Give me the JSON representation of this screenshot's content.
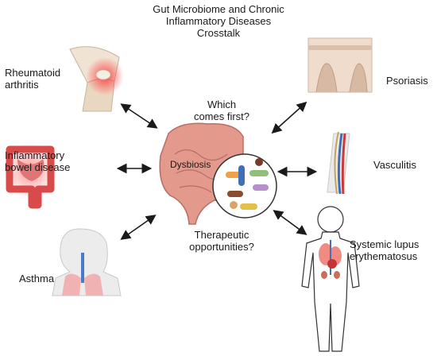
{
  "title": [
    "Gut Microbiome and Chronic",
    "Inflammatory Diseases",
    "Crosstalk"
  ],
  "center": {
    "question_top": [
      "Which",
      "comes first?"
    ],
    "question_bottom": [
      "Therapeutic",
      "opportunities?"
    ],
    "dysbiosis": "Dysbiosis"
  },
  "diseases": {
    "rheumatoid": [
      "Rheumatoid",
      "arthritis"
    ],
    "ibd": [
      "Inflammatory",
      "bowel disease"
    ],
    "asthma": "Asthma",
    "psoriasis": "Psoriasis",
    "vasculitis": "Vasculitis",
    "sle": [
      "Systemic lupus",
      "erythematosus"
    ]
  },
  "colors": {
    "gut": "#e29a8c",
    "gut_dark": "#c0706a",
    "inflamed": "#e0484a",
    "skin": "#e9d3c4",
    "lung": "#f2b7b5",
    "vessel_red": "#cc3b3b",
    "vessel_blue": "#3f6fb5",
    "arrow": "#1a1a1a"
  }
}
